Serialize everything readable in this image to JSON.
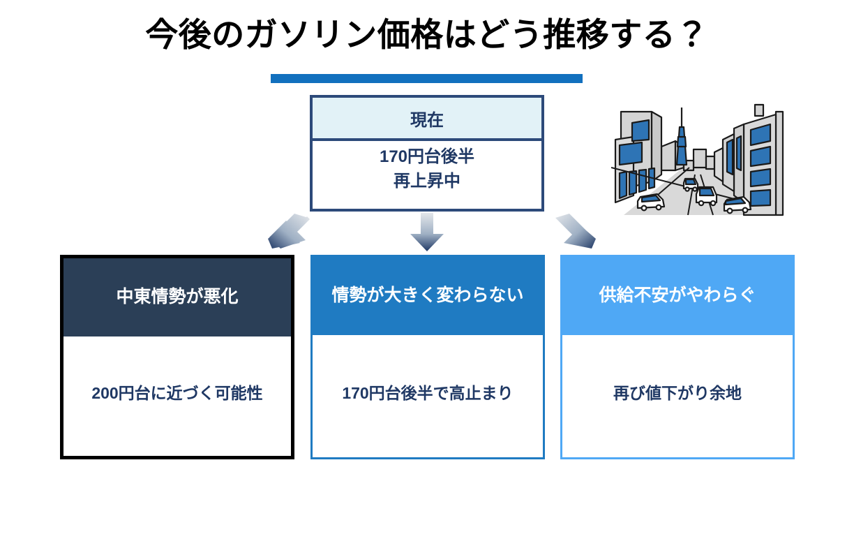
{
  "slide": {
    "title": "今後のガソリン価格はどう推移する？",
    "accent_bar_color": "#1270BE"
  },
  "current": {
    "header": "現在",
    "line1": "170円台後半",
    "line2": "再上昇中",
    "header_bg": "#E2F2F7",
    "border_color": "#2D4A7A",
    "text_color": "#1F3864"
  },
  "illustration": {
    "name": "city-street-illustration",
    "description": "ビル街と道路を走る車のイラスト",
    "building_color": "#D4D4D4",
    "window_color": "#2E74B5",
    "outline_color": "#1A1A1A"
  },
  "arrows": [
    {
      "name": "arrow-down-left",
      "direction": "down-left"
    },
    {
      "name": "arrow-down",
      "direction": "down"
    },
    {
      "name": "arrow-down-right",
      "direction": "down-right"
    }
  ],
  "scenarios": [
    {
      "header": "中東情勢が悪化",
      "body": "200円台に近づく可能性",
      "header_bg": "#2B3F57",
      "border_color": "#000000"
    },
    {
      "header": "情勢が大きく変わらない",
      "body": "170円台後半で高止まり",
      "header_bg": "#1F7BC2",
      "border_color": "#1F7BC2"
    },
    {
      "header": "供給不安がやわらぐ",
      "body": "再び値下がり余地",
      "header_bg": "#4FA8F5",
      "border_color": "#4FA8F5"
    }
  ]
}
